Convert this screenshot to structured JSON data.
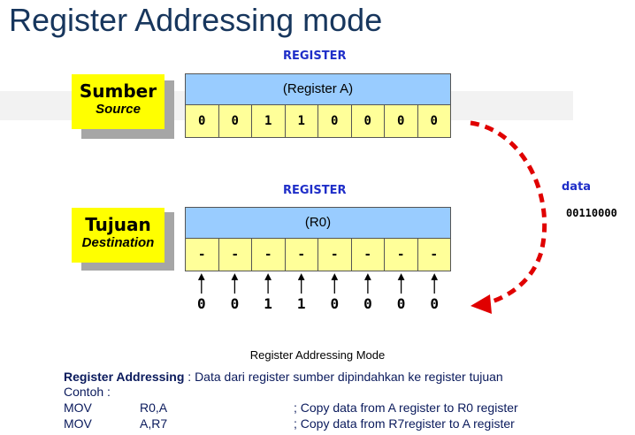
{
  "title": "Register Addressing mode",
  "source_register": {
    "caption": "REGISTER",
    "tag_main": "Sumber",
    "tag_sub": "Source",
    "name": "(Register A)",
    "bits": [
      "0",
      "0",
      "1",
      "1",
      "0",
      "0",
      "0",
      "0"
    ]
  },
  "dest_register": {
    "caption": "REGISTER",
    "tag_main": "Tujuan",
    "tag_sub": "Destination",
    "name": "(R0)",
    "bits": [
      "-",
      "-",
      "-",
      "-",
      "-",
      "-",
      "-",
      "-"
    ]
  },
  "transfer": {
    "label": "data",
    "value": "00110000",
    "input_bits": [
      "0",
      "0",
      "1",
      "1",
      "0",
      "0",
      "0",
      "0"
    ]
  },
  "caption": "Register Addressing Mode",
  "description": {
    "term": "Register Addressing",
    "text": " : Data dari register sumber dipindahkan ke register tujuan",
    "example_label": "Contoh :",
    "examples": [
      {
        "mnemonic": "MOV",
        "operands": "R0,A",
        "comment": "; Copy data from A register to R0 register"
      },
      {
        "mnemonic": "MOV",
        "operands": "A,R7",
        "comment": "; Copy data from R7register to A register"
      }
    ]
  },
  "colors": {
    "title": "#17365d",
    "caption_blue": "#1f2ec8",
    "tag_yellow": "#ffff00",
    "register_blue": "#99ccff",
    "bit_yellow": "#ffff99",
    "arrow_red": "#e00000"
  }
}
